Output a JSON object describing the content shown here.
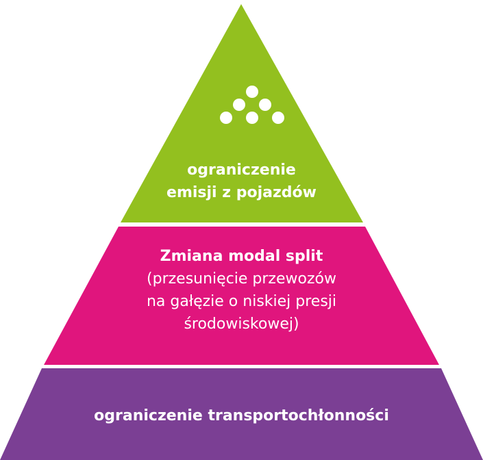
{
  "colors": {
    "top": "#93c01f",
    "middle": "#e0157d",
    "bottom": "#7b3f94",
    "text": "#ffffff"
  },
  "top_tier": {
    "icon": "particles-icon",
    "line1": "ograniczenie",
    "line2": "emisji z pojazdów"
  },
  "middle_tier": {
    "heading": "Zmiana modal split",
    "line1": "(przesunięcie przewozów",
    "line2": "na gałęzie o niskiej presji",
    "line3": "środowiskowej)"
  },
  "bottom_tier": {
    "label": "ograniczenie transportochłonności"
  }
}
